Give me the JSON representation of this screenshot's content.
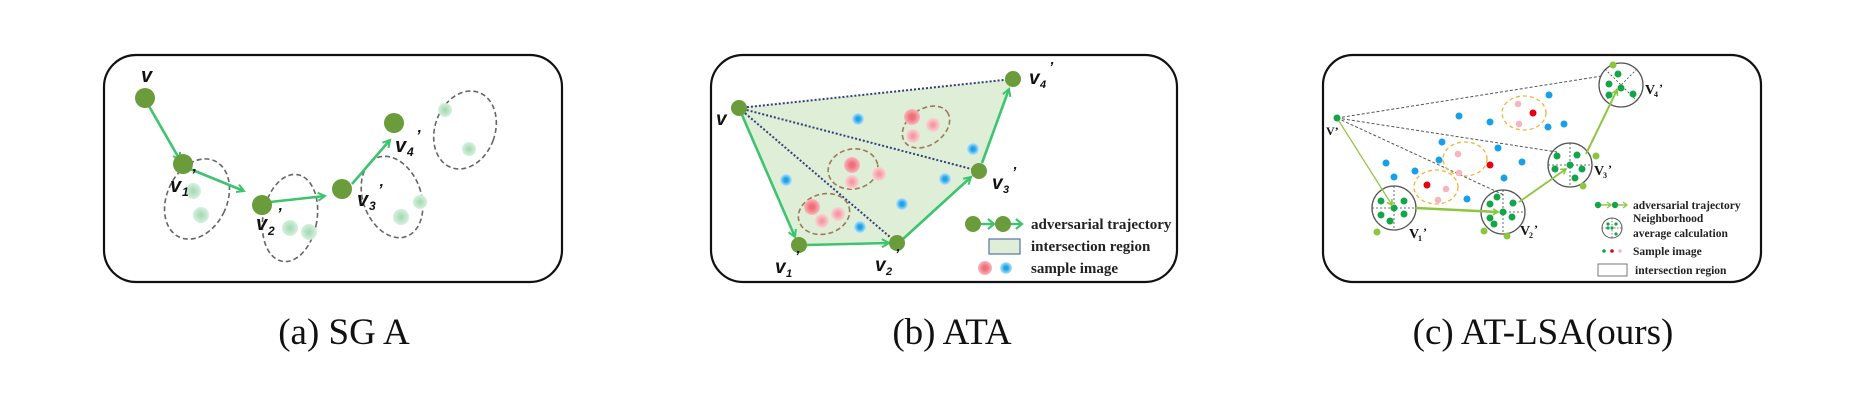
{
  "colors": {
    "node_green": "#6a9c3b",
    "traj_arrow": "#3cc46e",
    "faint_green": "#a8dcb8",
    "dash_gray": "#555555",
    "region_fill": "#dfeed6",
    "blue_dotted": "#2f3f7a",
    "sample_red": "#ef6f7a",
    "sample_pink": "#f4a7ae",
    "sample_blue": "#1aa3e8",
    "ellipse_brown": "#9c7a5c",
    "c_green": "#12a54a",
    "c_lightgreen": "#8cc63f",
    "c_red": "#e60012",
    "c_pink": "#f7b6bf",
    "c_blue": "#16a0e6",
    "c_orange_dash": "#f2b33d"
  },
  "panels": [
    {
      "id": "a",
      "caption": "(a) SG A",
      "labels": {
        "v": "v",
        "v1": "v1",
        "v2": "v2",
        "v3": "v3",
        "v4": "v4",
        "prime": "’"
      }
    },
    {
      "id": "b",
      "caption": "(b) ATA",
      "labels": {
        "v": "v",
        "v1": "v1",
        "v2": "v2",
        "v3": "v3",
        "v4": "v4",
        "prime": "’"
      },
      "legend": [
        {
          "symbol": "green-node-arrow",
          "text": "adversarial trajectory"
        },
        {
          "symbol": "green-rectangle",
          "text": "intersection region"
        },
        {
          "symbol": "red-blue-dots",
          "text": "sample image"
        }
      ]
    },
    {
      "id": "c",
      "caption": "(c) AT-LSA(ours)",
      "labels": {
        "v": "V’",
        "v1": "V1",
        "v2": "V2",
        "v3": "V3",
        "v4": "V4",
        "prime": "’"
      },
      "legend": [
        {
          "symbol": "green-dot-arrow",
          "text": "adversarial trajectory"
        },
        {
          "symbol": "crosshair-circle",
          "text": "Neighborhood",
          "text2": "average calculation"
        },
        {
          "symbol": "tricolor-dots",
          "text": "Sample image"
        },
        {
          "symbol": "empty-rectangle",
          "text": "intersection region"
        }
      ]
    }
  ]
}
